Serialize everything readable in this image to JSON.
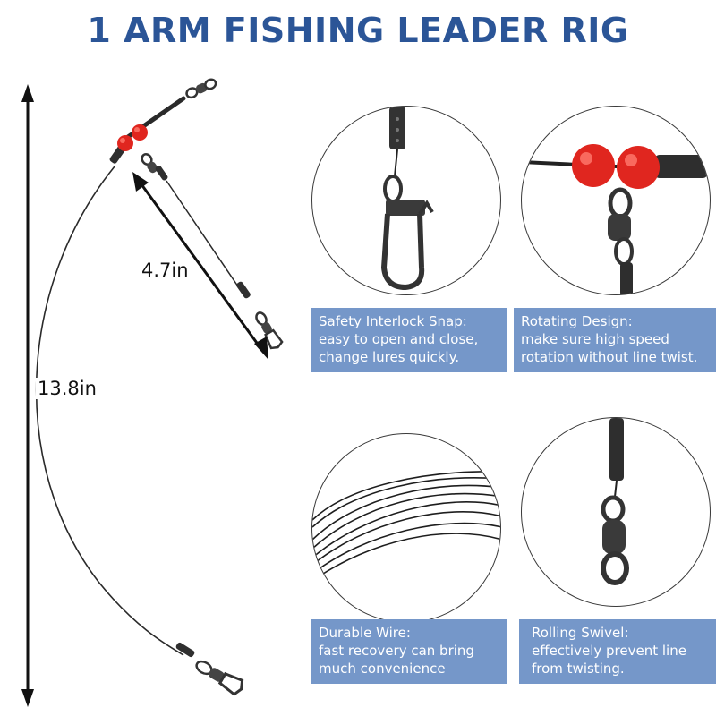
{
  "title": "1 ARM FISHING LEADER RIG",
  "measurements": {
    "total_length": "13.8in",
    "arm_length": "4.7in"
  },
  "features": [
    {
      "heading": "Safety Interlock Snap:",
      "lines": [
        "easy to open and close,",
        "change lures quickly."
      ]
    },
    {
      "heading": "Rotating Design:",
      "lines": [
        "make sure high speed",
        "rotation without line twist."
      ]
    },
    {
      "heading": "Durable Wire:",
      "lines": [
        "fast recovery can bring",
        "much convenience"
      ]
    },
    {
      "heading": "Rolling Swivel:",
      "lines": [
        "effectively prevent line",
        "from twisting."
      ]
    }
  ],
  "colors": {
    "title": "#2b5597",
    "caption_background": "#7597c9",
    "caption_text": "#ffffff",
    "bead": "#e0261f"
  },
  "icons": [
    "vertical-dimension-arrow-icon",
    "arm-dimension-arrow-icon",
    "leader-wire-icon",
    "red-bead-icon",
    "barrel-swivel-icon",
    "interlock-snap-icon"
  ]
}
